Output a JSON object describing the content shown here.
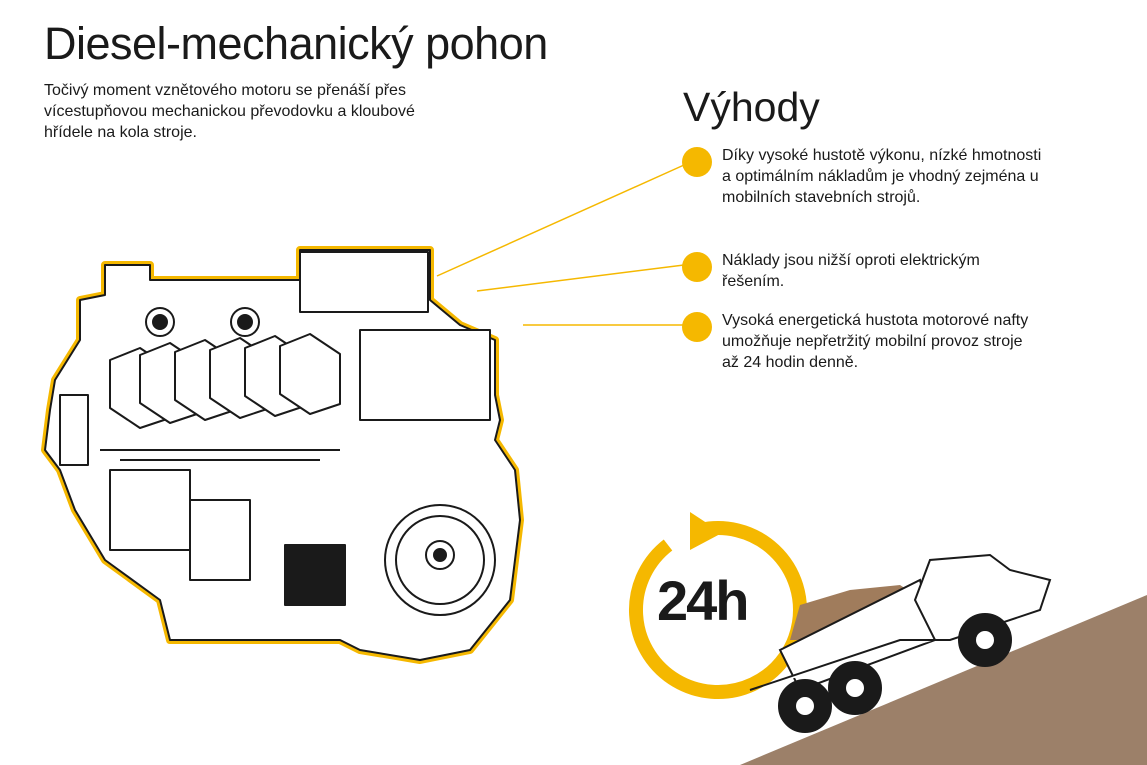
{
  "header": {
    "title": "Diesel-mechanický pohon",
    "intro": "Točivý moment vznětového motoru se přenáší přes vícestupňovou mechanickou převodovku a kloubové hřídele na kola stroje."
  },
  "advantages": {
    "title": "Výhody",
    "items": [
      {
        "text": "Díky vysoké hustotě výkonu, nízké hmotnosti a optimálním nákladům je vhodný zejména u mobilních stavebních strojů."
      },
      {
        "text": "Náklady jsou nižší oproti elektrickým řešením."
      },
      {
        "text": "Vysoká energetická hustota motorové nafty umožňuje nepřetržitý mobilní provoz stroje až 24 hodin denně."
      }
    ]
  },
  "badge": {
    "label": "24h"
  },
  "colors": {
    "accent": "#f5b800",
    "ground": "#9c8069",
    "dirt": "#a07c5c"
  }
}
